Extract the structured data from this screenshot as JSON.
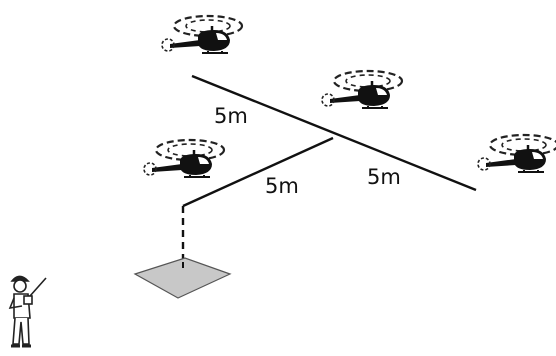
{
  "labels": {
    "upper_left_segment": "5m",
    "lower_left_segment": "5m",
    "right_segment": "5m"
  },
  "colors": {
    "line": "#111111",
    "helicopter_body": "#111111",
    "rotor": "#222222",
    "landing_pad": "#c8c8c8",
    "landing_pad_edge": "#555555",
    "pilot_outline": "#222222"
  },
  "icons": {
    "helicopter": "helicopter-icon",
    "pilot": "rc-pilot-icon",
    "landing_pad": "landing-pad-icon"
  }
}
